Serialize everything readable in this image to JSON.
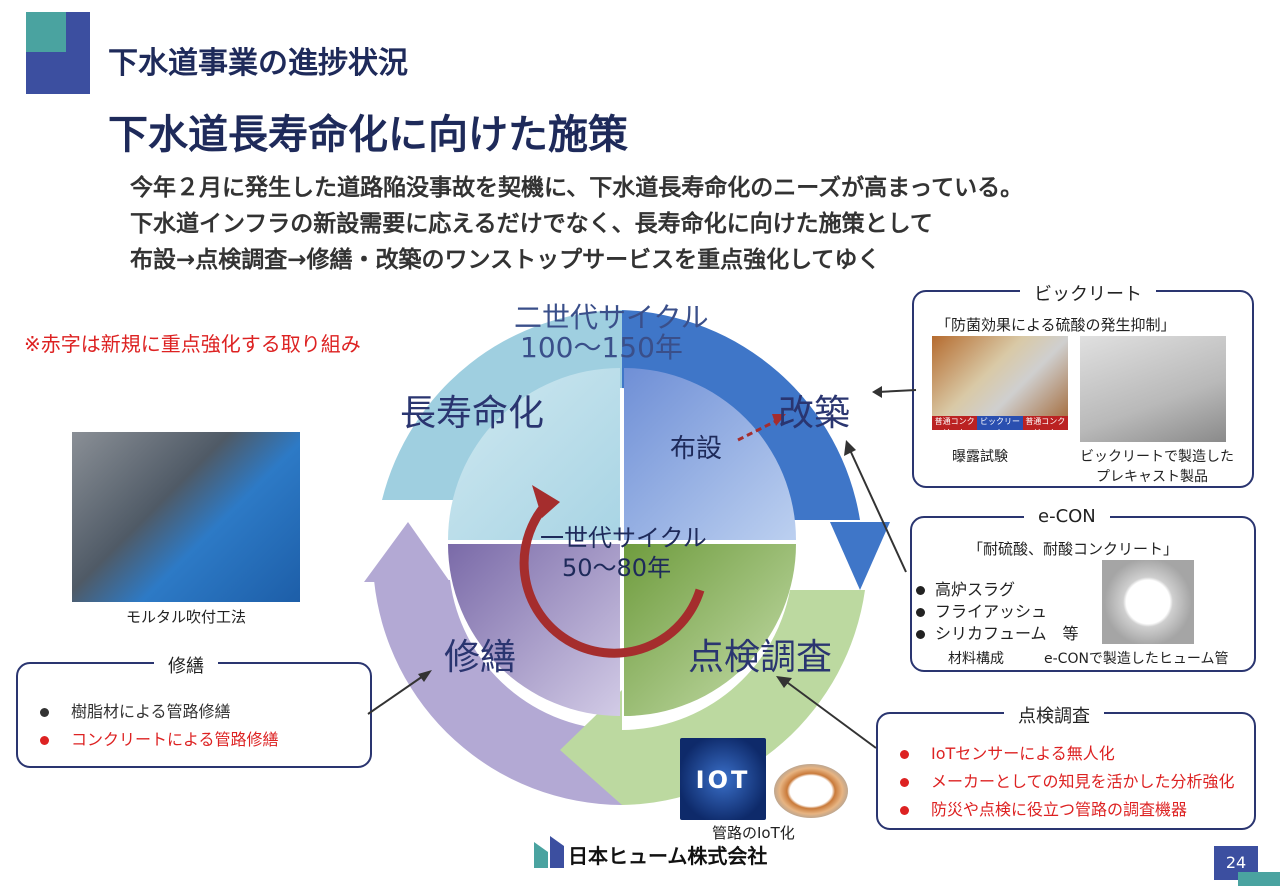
{
  "header": {
    "section_title": "下水道事業の進捗状況",
    "main_title": "下水道長寿命化に向けた施策"
  },
  "description": [
    "今年２月に発生した道路陥没事故を契機に、下水道長寿命化のニーズが高まっている。",
    "下水道インフラの新設需要に応えるだけでなく、長寿命化に向けた施策として",
    "布設→点検調査→修繕・改築のワンストップサービスを重点強化してゆく"
  ],
  "note_red": "※赤字は新規に重点強化する取り組み",
  "cycle": {
    "outer_title": "二世代サイクル",
    "outer_years": "100～150年",
    "inner_title": "一世代サイクル",
    "inner_years": "50～80年",
    "longevity": "長寿命化",
    "reconstruction": "改築",
    "laying": "布設",
    "repair": "修繕",
    "inspection": "点検調査"
  },
  "mortar_photo_label": "モルタル吹付工法",
  "repair_box": {
    "title": "修繕",
    "items": [
      {
        "text": "樹脂材による管路修繕",
        "color": "#333333"
      },
      {
        "text": "コンクリートによる管路修繕",
        "color": "#dd2222"
      }
    ]
  },
  "bicrete_box": {
    "title": "ビックリート",
    "subtitle": "「防菌効果による硫酸の発生抑制」",
    "sample_labels": [
      "普通コンクリート",
      "ビックリート",
      "普通コンクリート"
    ],
    "caption_left": "曝露試験",
    "caption_right_1": "ビックリートで製造した",
    "caption_right_2": "プレキャスト製品"
  },
  "econ_box": {
    "title": "e-CON",
    "subtitle": "「耐硫酸、耐酸コンクリート」",
    "items": [
      "高炉スラグ",
      "フライアッシュ",
      "シリカフューム　等"
    ],
    "caption_left": "材料構成",
    "caption_right": "e-CONで製造したヒューム管"
  },
  "inspection_box": {
    "title": "点検調査",
    "items": [
      "IoTセンサーによる無人化",
      "メーカーとしての知見を活かした分析強化",
      "防災や点検に役立つ管路の調査機器"
    ]
  },
  "iot": {
    "icon_text": "IOT",
    "caption": "管路のIoT化"
  },
  "company_name": "日本ヒューム株式会社",
  "page_number": "24",
  "colors": {
    "navy": "#1e2a5a",
    "accent_red": "#dd2222",
    "teal": "#4aa3a0"
  }
}
